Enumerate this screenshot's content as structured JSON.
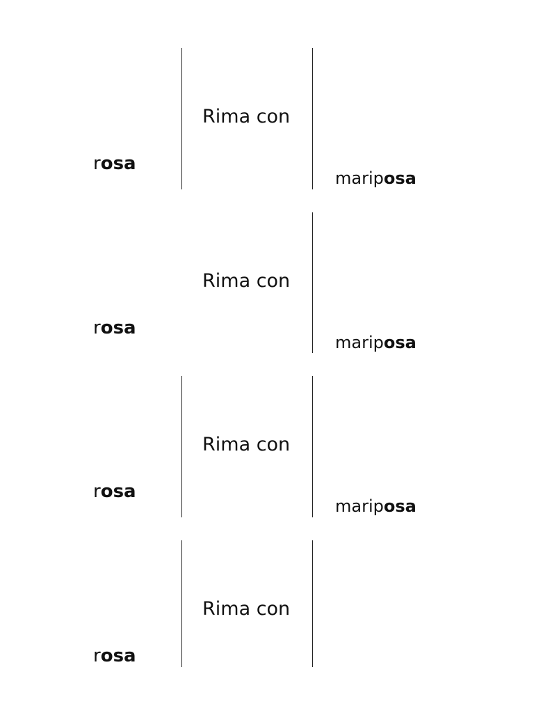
{
  "cards": [
    {
      "left_word": {
        "plain": "r",
        "bold": "osa"
      },
      "middle_text": "Rima con",
      "right_word": {
        "plain": "marip",
        "bold": "osa"
      }
    },
    {
      "left_word": {
        "plain": "r",
        "bold": "osa"
      },
      "middle_text": "Rima con",
      "right_word": {
        "plain": "marip",
        "bold": "osa"
      }
    },
    {
      "left_word": {
        "plain": "r",
        "bold": "osa"
      },
      "middle_text": "Rima con",
      "right_word": {
        "plain": "marip",
        "bold": "osa"
      }
    },
    {
      "left_word": {
        "plain": "r",
        "bold": "osa"
      },
      "middle_text": "Rima con",
      "right_word": {
        "plain": "",
        "bold": ""
      }
    }
  ]
}
